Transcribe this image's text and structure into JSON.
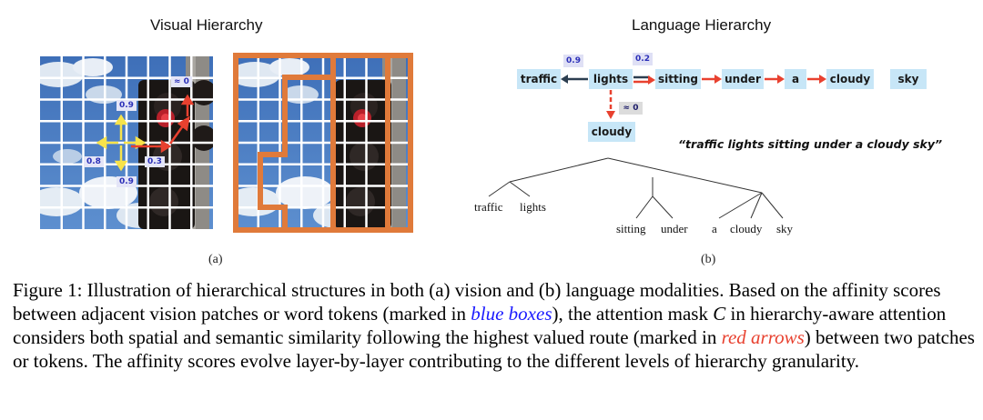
{
  "panel_a": {
    "title": "Visual Hierarchy",
    "label": "(a)",
    "scores": [
      "0.9",
      "0.8",
      "0.3",
      "0.9",
      "≈ 0"
    ]
  },
  "panel_b": {
    "title": "Language Hierarchy",
    "label": "(b)",
    "tokens": [
      "traffic",
      "lights",
      "sitting",
      "under",
      "a",
      "cloudy",
      "sky",
      "cloudy"
    ],
    "scores": [
      "0.9",
      "0.2",
      "≈ 0"
    ],
    "quote": "“traffic lights sitting under a cloudy sky”",
    "tree_leaves": [
      "traffic",
      "lights",
      "sitting",
      "under",
      "a",
      "cloudy",
      "sky"
    ]
  },
  "caption": {
    "part1": "Figure 1: Illustration of hierarchical structures in both (a) vision and (b) language modalities. Based on the affinity scores between adjacent vision patches or word tokens (marked in ",
    "blue_text": "blue boxes",
    "part2": "), the attention mask ",
    "mask_symbol": "C",
    "part3": " in hierarchy-aware attention considers both spatial and semantic similarity following the highest valued route (marked in ",
    "red_text": "red arrows",
    "part4": ") between two patches or tokens. The affinity scores evolve layer-by-layer contributing to the different levels of hierarchy granularity."
  },
  "colors": {
    "token_box": "#c7e6f7",
    "score_box": "#dfe0f5",
    "score_text": "#2b2fb8",
    "red_arrow": "#e8412f",
    "yellow_arrow": "#f7e34a",
    "orange_border": "#e07a3a",
    "blue_link": "#1a1aff",
    "red_link": "#e8412f"
  }
}
